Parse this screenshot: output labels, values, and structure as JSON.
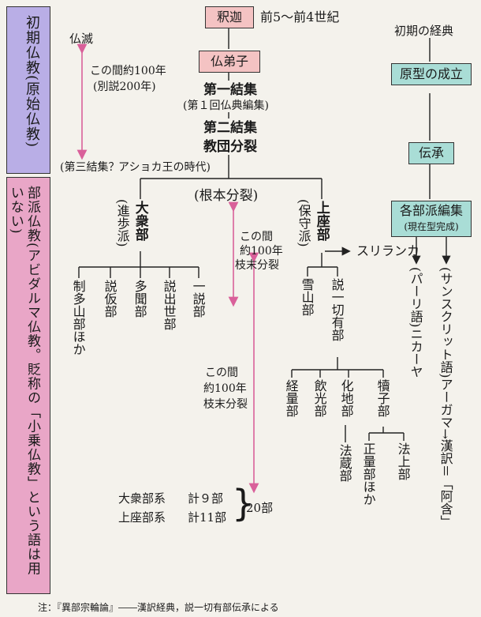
{
  "sidebar": {
    "early": "初期仏教(原始仏教)",
    "sectarian": "部派仏教(アビダルマ仏教。貶称の「小乗仏教」という語は用いない)"
  },
  "top": {
    "shaka": "釈迦",
    "era": "前5～前4世紀",
    "deshi": "仏弟子"
  },
  "left_timeline": {
    "buddha_death": "仏滅",
    "interval": "この間約100年",
    "alt": "(別説200年)",
    "third": "(第三結集？",
    "ashoka": "アショカ王の時代)"
  },
  "councils": {
    "first": "第一結集",
    "first_sub": "(第１回仏典編集)",
    "second": "第二結集",
    "schism": "教団分裂",
    "root_schism": "(根本分裂)"
  },
  "mahasanghika": {
    "name": "大衆部",
    "tag": "(進歩派)",
    "branches": [
      "制多山部ほか",
      "説仮部",
      "多聞部",
      "説出世部",
      "一説部"
    ]
  },
  "sthavira": {
    "name": "上座部",
    "tag": "(保守派)",
    "srilanka": "スリランカ",
    "b1": "雪山部",
    "b2": "説一切有部",
    "sub": [
      "経量部",
      "飲光部",
      "化地部",
      "犢子部"
    ],
    "kechi_sub": "法蔵部",
    "tokushi_sub": [
      "正量部ほか",
      "法上部"
    ]
  },
  "intervals": {
    "a": "この間約100年枝末分裂",
    "a1": "この間",
    "a2": "約100年",
    "a3": "枝末分裂",
    "b1": "この間",
    "b2": "約100年",
    "b3": "枝末分裂"
  },
  "summary": {
    "r1a": "大衆部系",
    "r1b": "計９部",
    "r2a": "上座部系",
    "r2b": "計11部",
    "total": "20部"
  },
  "scriptures": {
    "header": "初期の経典",
    "origin": "原型の成立",
    "transmission": "伝承",
    "compiled": "各部派編集",
    "compiled_sub": "(現在型完成)",
    "pali": "(パーリ語)ニカーヤ",
    "sanskrit": "(サンスクリット語)アーガマ→漢訳＝「阿含」"
  },
  "note": "注：『異部宗輪論』――漢訳経典，説一切有部伝承による"
}
